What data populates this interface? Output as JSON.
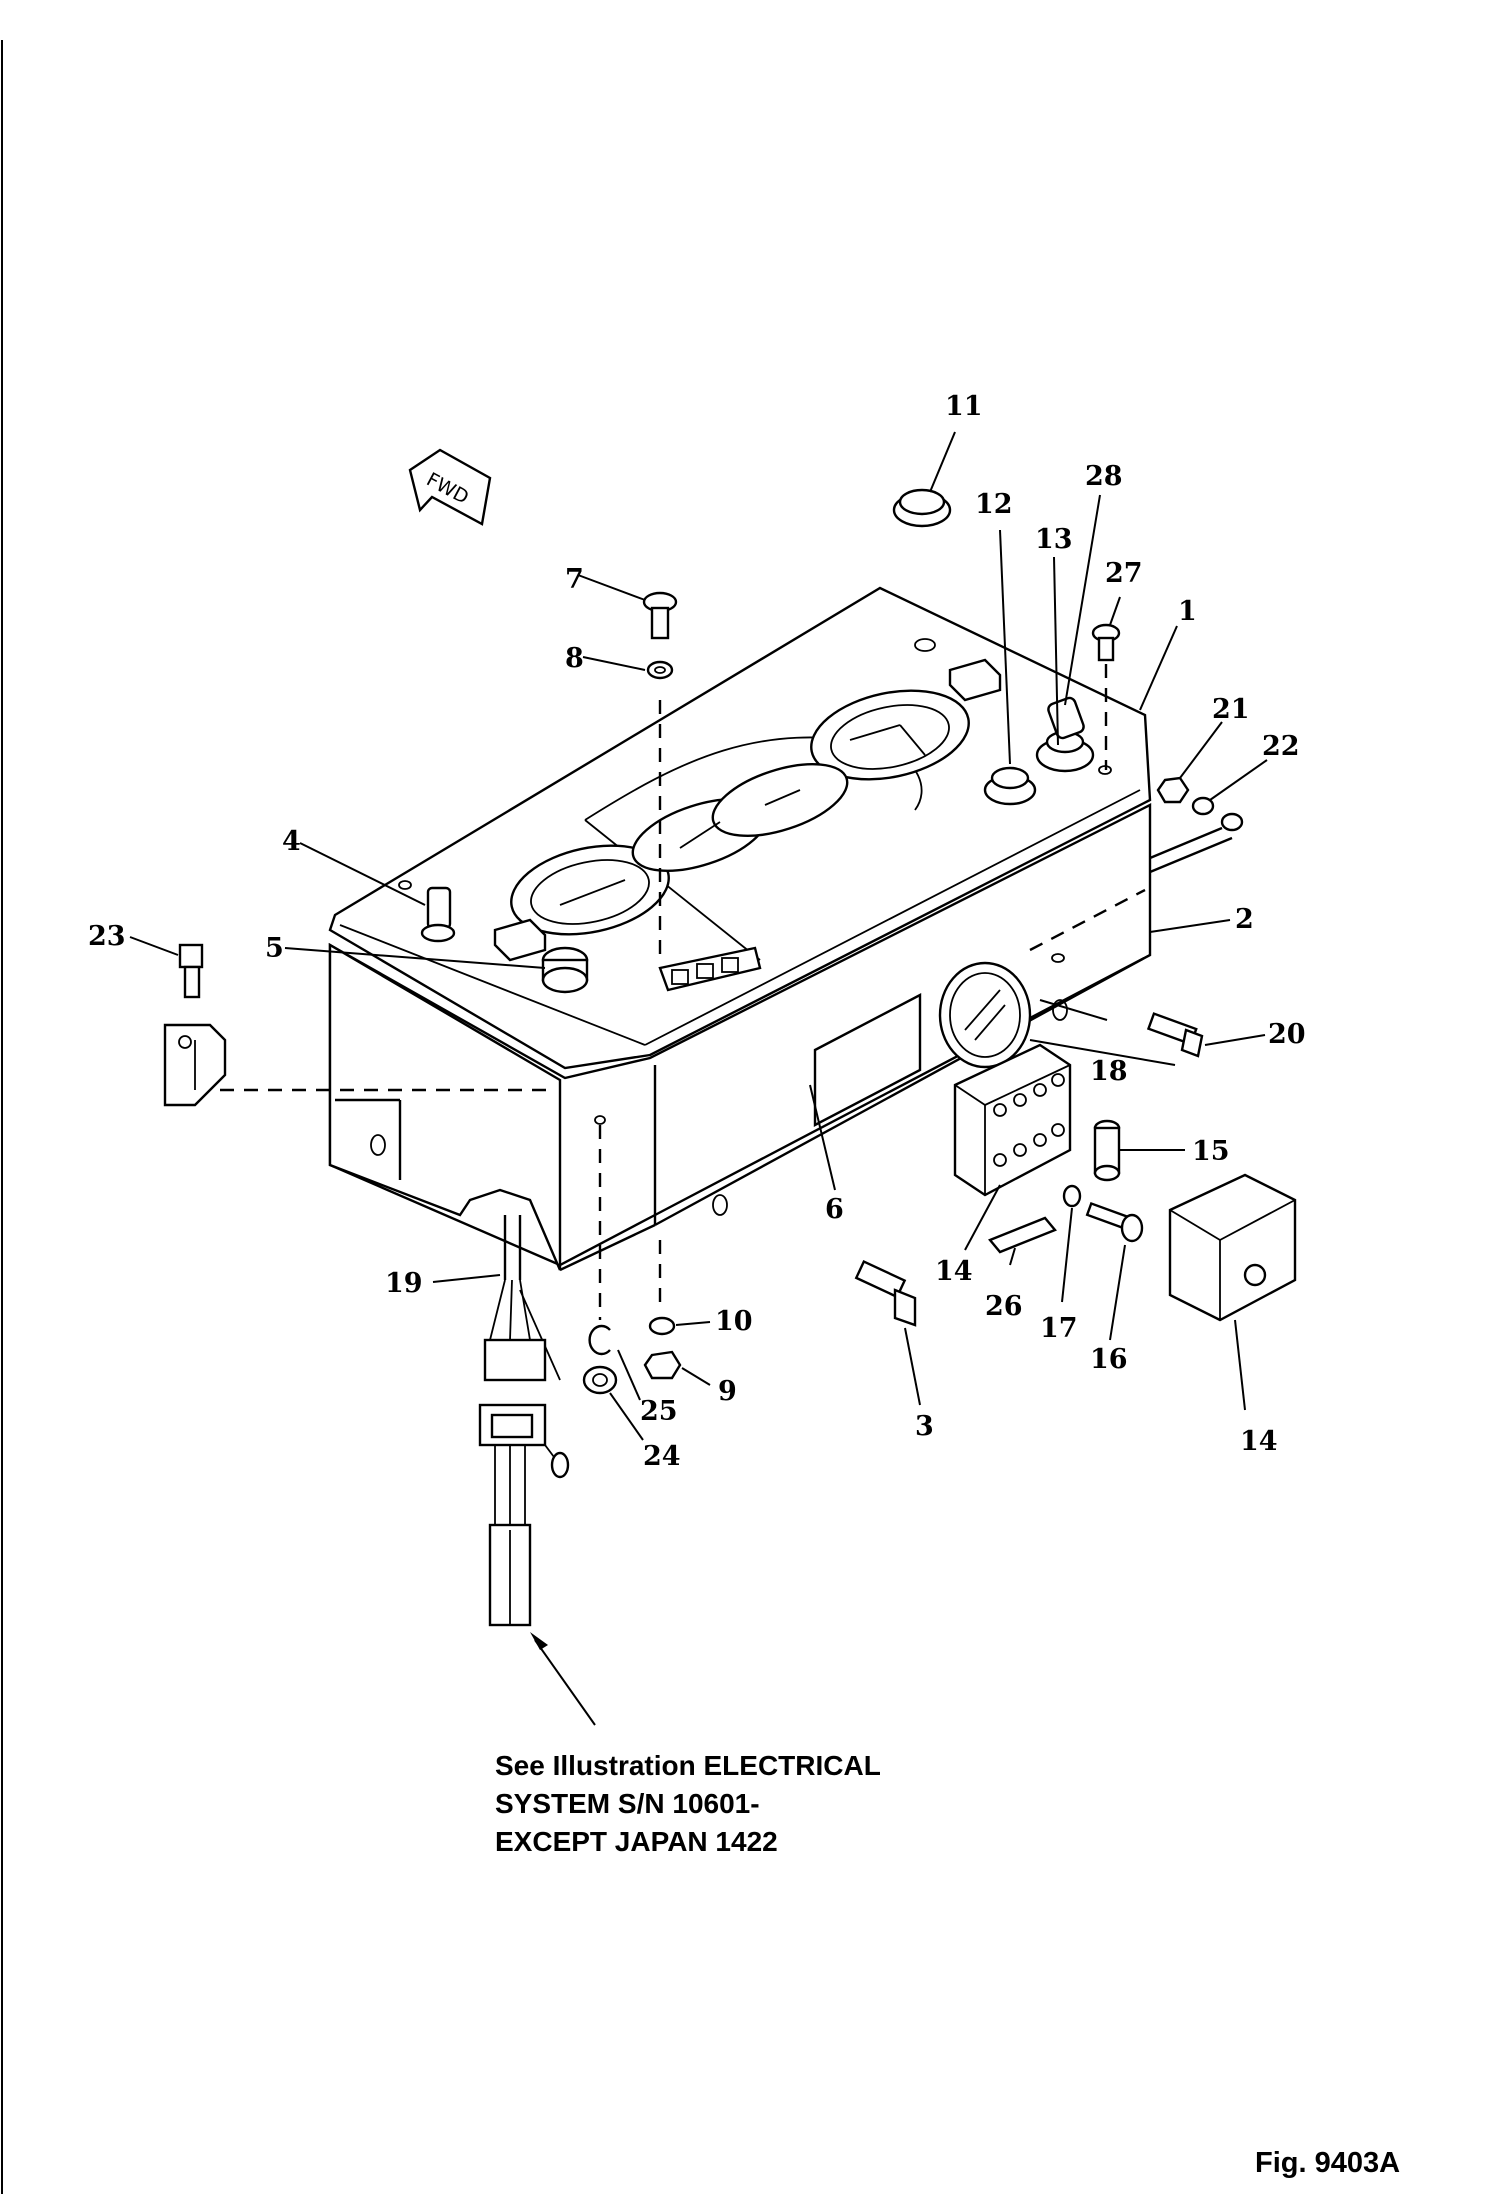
{
  "figure": {
    "forward_marker": "FWD",
    "note_lines": [
      "See Illustration ELECTRICAL",
      "SYSTEM S/N 10601-",
      "EXCEPT JAPAN 1422"
    ],
    "figure_number": "Fig. 9403A"
  },
  "callouts": [
    {
      "id": "c1",
      "label": "1"
    },
    {
      "id": "c2",
      "label": "2"
    },
    {
      "id": "c3",
      "label": "3"
    },
    {
      "id": "c4",
      "label": "4"
    },
    {
      "id": "c5",
      "label": "5"
    },
    {
      "id": "c6",
      "label": "6"
    },
    {
      "id": "c7",
      "label": "7"
    },
    {
      "id": "c8",
      "label": "8"
    },
    {
      "id": "c9",
      "label": "9"
    },
    {
      "id": "c10",
      "label": "10"
    },
    {
      "id": "c11",
      "label": "11"
    },
    {
      "id": "c12",
      "label": "12"
    },
    {
      "id": "c13",
      "label": "13"
    },
    {
      "id": "c14a",
      "label": "14"
    },
    {
      "id": "c14b",
      "label": "14"
    },
    {
      "id": "c15",
      "label": "15"
    },
    {
      "id": "c16",
      "label": "16"
    },
    {
      "id": "c17",
      "label": "17"
    },
    {
      "id": "c18",
      "label": "18"
    },
    {
      "id": "c19",
      "label": "19"
    },
    {
      "id": "c20",
      "label": "20"
    },
    {
      "id": "c21",
      "label": "21"
    },
    {
      "id": "c22",
      "label": "22"
    },
    {
      "id": "c23",
      "label": "23"
    },
    {
      "id": "c24",
      "label": "24"
    },
    {
      "id": "c25",
      "label": "25"
    },
    {
      "id": "c26",
      "label": "26"
    },
    {
      "id": "c27",
      "label": "27"
    },
    {
      "id": "c28",
      "label": "28"
    }
  ]
}
